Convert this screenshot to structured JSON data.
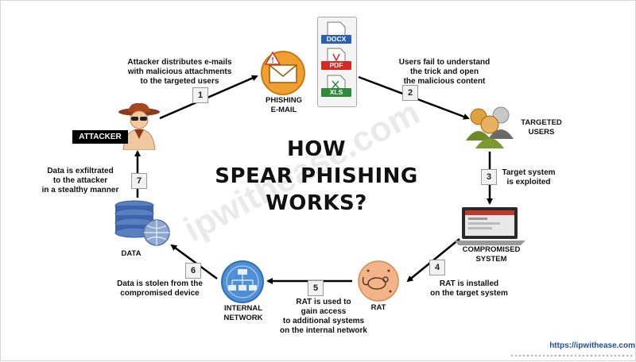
{
  "title_lines": [
    "HOW",
    "SPEAR PHISHING",
    "WORKS?"
  ],
  "watermark": "ipwithease.com",
  "url": "https://ipwithease.com",
  "nodes": {
    "phishing_email": [
      "PHISHING",
      "E-MAIL"
    ],
    "targeted_users": [
      "TARGETED",
      "USERS"
    ],
    "compromised_system": [
      "COMPROMISED",
      "SYSTEM"
    ],
    "rat": "RAT",
    "internal_network": [
      "INTERNAL",
      "NETWORK"
    ],
    "data": "DATA",
    "attacker": "ATTACKER"
  },
  "files": [
    "DOCX",
    "PDF",
    "XLS"
  ],
  "steps": [
    {
      "num": "1",
      "lines": [
        "Attacker distributes e-mails",
        "with malicious attachments",
        "to the targeted users"
      ]
    },
    {
      "num": "2",
      "lines": [
        "Users fail to understand",
        "the trick and open",
        "the malicious content"
      ]
    },
    {
      "num": "3",
      "lines": [
        "Target system",
        "is exploited"
      ]
    },
    {
      "num": "4",
      "lines": [
        "RAT is installed",
        "on the target system"
      ]
    },
    {
      "num": "5",
      "lines": [
        "RAT is used to",
        "gain access",
        "to additional systems",
        "on the internal network"
      ]
    },
    {
      "num": "6",
      "lines": [
        "Data is stolen from the",
        "compromised device"
      ]
    },
    {
      "num": "7",
      "lines": [
        "Data is exfiltrated",
        "to the attacker",
        "in a stealthy manner"
      ]
    }
  ],
  "colors": {
    "email_orange": "#f0a030",
    "docx_blue": "#2b5fb0",
    "pdf_red": "#d42a22",
    "xls_green": "#2e8b3a",
    "rat_orange": "#f3b48a",
    "network_blue": "#4f8fd6",
    "url_blue": "#1f4e9c",
    "arrow": "#000000"
  },
  "icons": [
    "phishing-email-icon",
    "attachment-files-icon",
    "targeted-users-icon",
    "laptop-icon",
    "rat-icon",
    "network-globe-icon",
    "database-icon",
    "attacker-icon"
  ]
}
